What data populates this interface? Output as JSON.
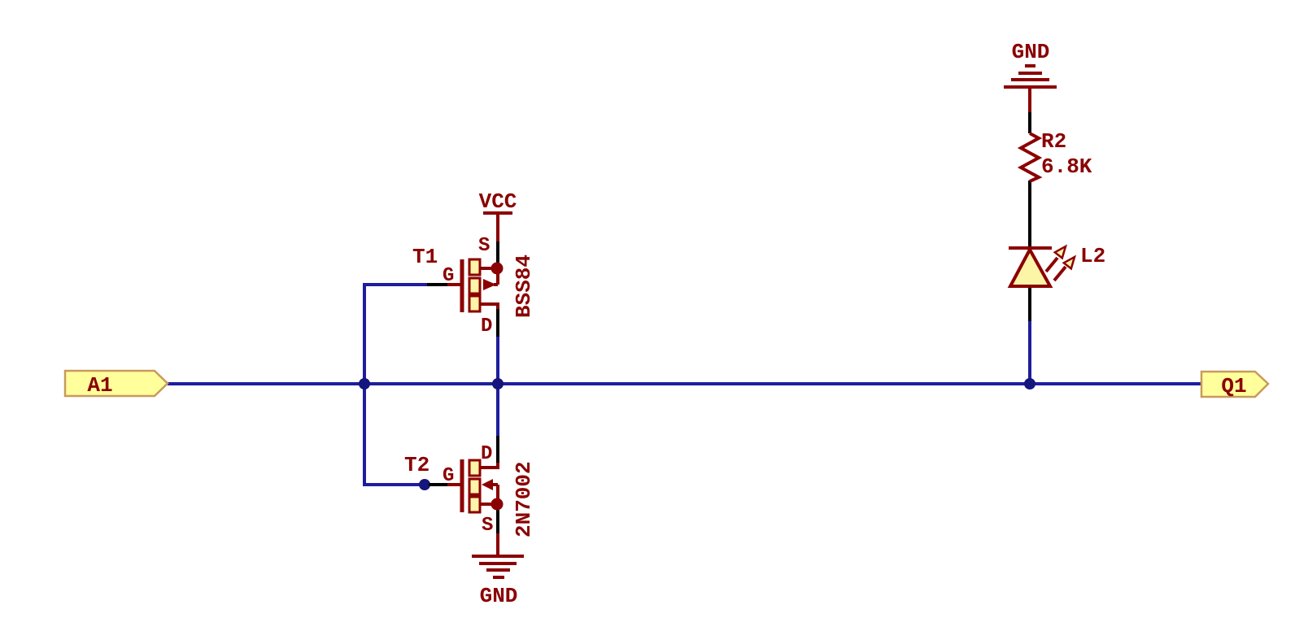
{
  "schematic": {
    "ports": {
      "input_label": "A1",
      "output_label": "Q1"
    },
    "power": {
      "vcc_label": "VCC",
      "gnd_top_label": "GND",
      "gnd_bottom_label": "GND"
    },
    "t1": {
      "designator": "T1",
      "part": "BSS84",
      "pin_source": "S",
      "pin_gate": "G",
      "pin_drain": "D"
    },
    "t2": {
      "designator": "T2",
      "part": "2N7002",
      "pin_source": "S",
      "pin_gate": "G",
      "pin_drain": "D"
    },
    "r2": {
      "designator": "R2",
      "value": "6.8K"
    },
    "led": {
      "designator": "L2"
    }
  },
  "colors": {
    "wire": "#1E1E9E",
    "junction": "#15157E",
    "symbol": "#8B0000",
    "pin": "#000000",
    "component_fill": "#FCF4A7",
    "flag_fill": "#FFFF9C",
    "flag_border": "#C9995C",
    "background": "#FFFFFF"
  }
}
